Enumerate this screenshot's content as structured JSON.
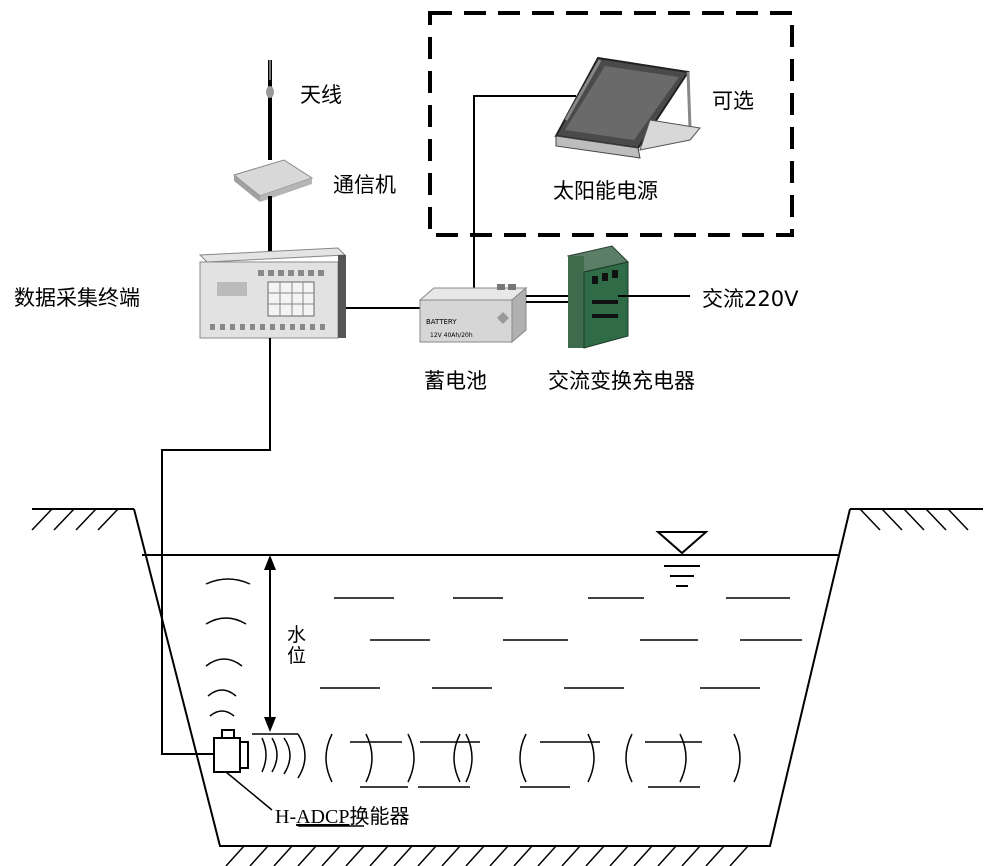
{
  "labels": {
    "antenna": "天线",
    "comm_unit": "通信机",
    "optional": "可选",
    "solar_power": "太阳能电源",
    "data_terminal": "数据采集终端",
    "ac_input": "交流220V",
    "battery": "蓄电池",
    "ac_charger": "交流变换充电器",
    "water_level": "水位",
    "transducer_prefix": "H-",
    "transducer_model": "ADCP",
    "transducer_suffix": "换能器"
  },
  "device_text": {
    "battery_brand": "BATTERY",
    "battery_spec": "12V 40Ah/20h"
  },
  "colors": {
    "line": "#000000",
    "device_grey": "#c8c8c8",
    "charger_green": "#2e6b46",
    "solar_dark": "#3a3a3a"
  }
}
